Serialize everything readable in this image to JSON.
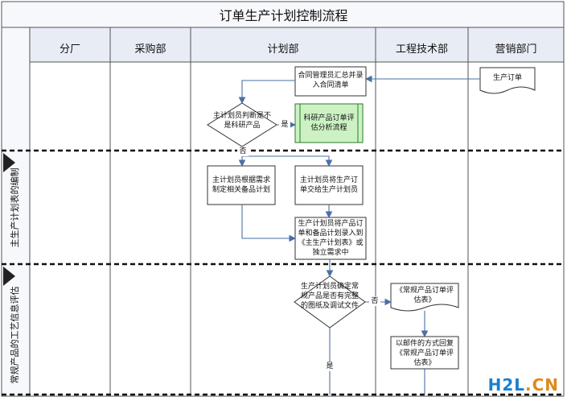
{
  "title": "订单生产计划控制流程",
  "columns": [
    "分厂",
    "采购部",
    "计划部",
    "工程技术部",
    "营销部门"
  ],
  "lanes": [
    "主生产计划表的编制",
    "常规产品的工艺信息评估"
  ],
  "nodes": {
    "production_order": "生产订单",
    "contract_mgr": "合同管理员汇总并录入合同清单",
    "decision_research": "主计划员判断是不是科研产品",
    "research_flow": "科研产品订单评估分析流程",
    "prep_plan": "主计划员根据需求制定相关备品计划",
    "hand_over": "主计划员将生产订单交给生产计划员",
    "enter_plan": "生产计划员将产品订单和备品计划录入到《主生产计划表》或独立需求中",
    "decision_drawings": "生产计划员确定常规产品是否有完整的图纸及调试文件",
    "eval_form": "《常规产品订单评估表》",
    "email_reply": "以邮件的方式回复《常规产品订单评估表》"
  },
  "edge_labels": {
    "yes": "是",
    "no": "否"
  },
  "watermark": {
    "part1": "H2L",
    "part2": ".CN"
  },
  "colors": {
    "line": "#4a6fa5",
    "header_bg": "#e8ecf5",
    "research_fill": "#ccf2c4",
    "research_border": "#2a7a2a"
  }
}
